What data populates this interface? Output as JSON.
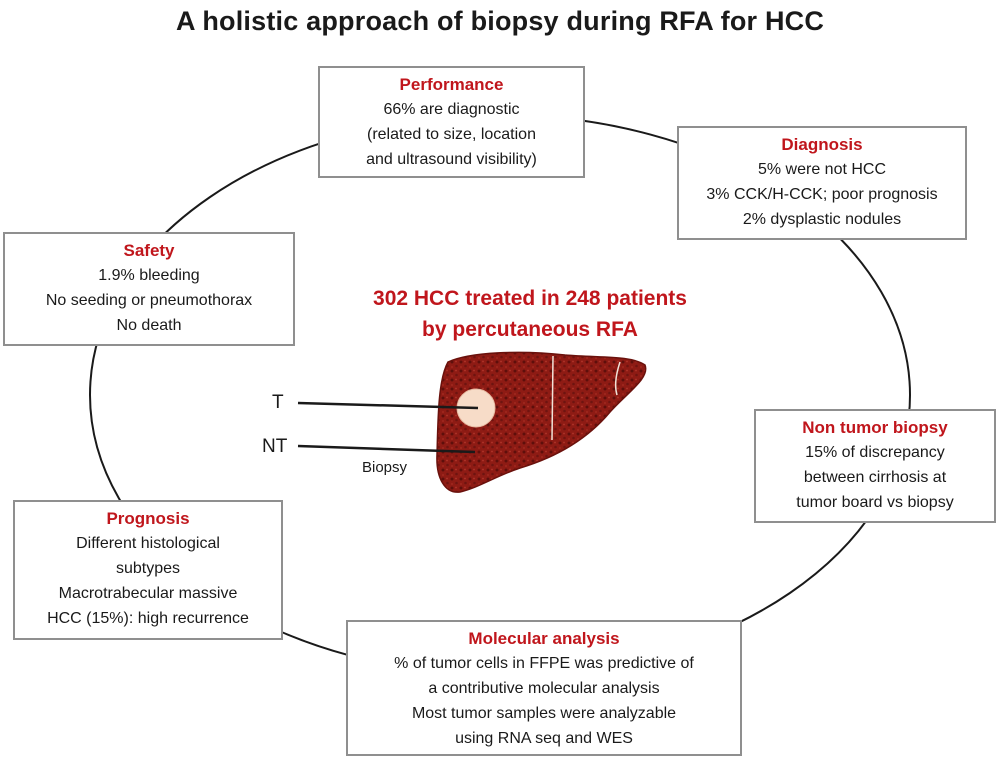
{
  "title": "A holistic approach of biopsy during RFA for HCC",
  "center": {
    "line1": "302 HCC treated in 248 patients",
    "line2": "by percutaneous RFA"
  },
  "liver_labels": {
    "tumor": "T",
    "non_tumor": "NT",
    "biopsy": "Biopsy"
  },
  "boxes": {
    "performance": {
      "heading": "Performance",
      "lines": [
        "66% are diagnostic",
        "(related to size, location",
        "and ultrasound visibility)"
      ]
    },
    "diagnosis": {
      "heading": "Diagnosis",
      "lines": [
        "5% were not HCC",
        "3% CCK/H-CCK; poor prognosis",
        "2% dysplastic nodules"
      ]
    },
    "safety": {
      "heading": "Safety",
      "lines": [
        "1.9% bleeding",
        "No seeding  or pneumothorax",
        "No death"
      ]
    },
    "non_tumor_biopsy": {
      "heading": "Non tumor biopsy",
      "lines": [
        "15% of  discrepancy",
        "between cirrhosis at",
        "tumor board vs biopsy"
      ]
    },
    "prognosis": {
      "heading": "Prognosis",
      "lines": [
        "Different histological",
        "subtypes",
        "Macrotrabecular massive",
        "HCC (15%): high recurrence"
      ]
    },
    "molecular_analysis": {
      "heading": "Molecular analysis",
      "lines": [
        "% of tumor cells in FFPE was predictive of",
        "a contributive molecular analysis",
        "Most tumor samples were analyzable",
        "using RNA seq and WES"
      ]
    }
  },
  "colors": {
    "heading_red": "#c0161c",
    "liver": "#8e1b14",
    "liver_dark": "#5e0f0b",
    "tumor": "#f7dcc8",
    "box_border": "#8f8f8f"
  }
}
